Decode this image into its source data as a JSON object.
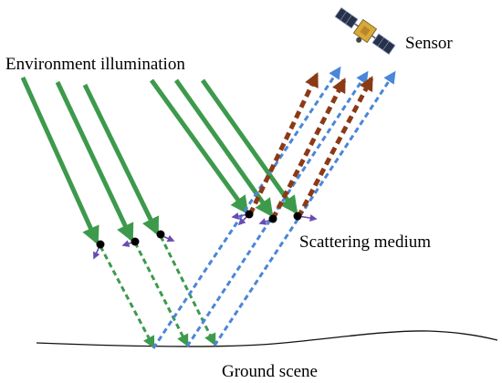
{
  "labels": {
    "illumination": "Environment illumination",
    "sensor": "Sensor",
    "medium": "Scattering medium",
    "ground": "Ground scene"
  },
  "icons": {
    "sensor": "satellite-icon"
  },
  "colors": {
    "illumination": "#3d9a4c",
    "reflected": "#4a86d9",
    "scattered_up": "#8b3a16",
    "scatter_side": "#6a4bb0",
    "particle": "#000000",
    "ground": "#111111"
  }
}
